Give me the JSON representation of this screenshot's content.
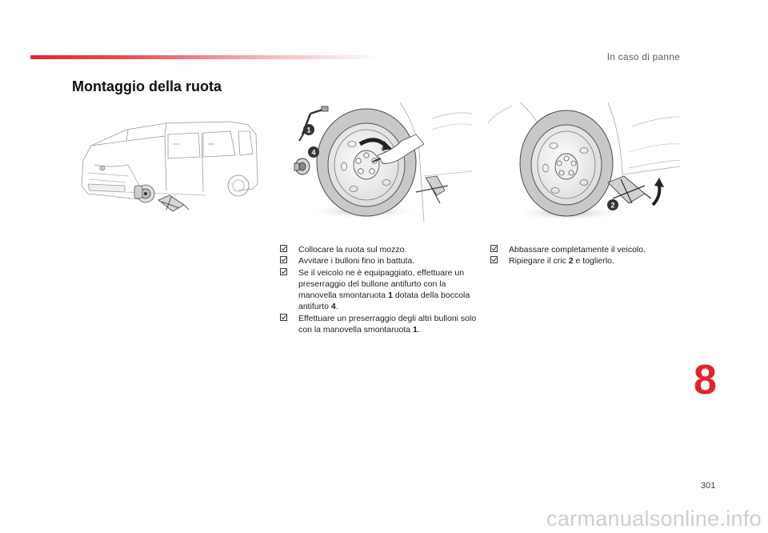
{
  "header": {
    "section_name": "In caso di panne"
  },
  "title": "Montaggio della ruota",
  "callouts": {
    "wrench": "1",
    "antitheft_socket": "4",
    "jack": "2"
  },
  "steps_left": [
    {
      "parts": [
        "Collocare la ruota sul mozzo."
      ]
    },
    {
      "parts": [
        "Avvitare i bulloni fino in battuta."
      ]
    },
    {
      "parts": [
        "Se il veicolo ne è equipaggiato, effettuare un preserraggio del bullone antifurto con la manovella smontaruota ",
        "1",
        " dotata della boccola antifurto ",
        "4",
        "."
      ]
    },
    {
      "parts": [
        "Effettuare un preserraggio degli altri bulloni solo con la manovella smontaruota ",
        "1",
        "."
      ]
    }
  ],
  "steps_right": [
    {
      "parts": [
        "Abbassare completamente il veicolo."
      ]
    },
    {
      "parts": [
        "Ripiegare il cric ",
        "2",
        " e toglierlo."
      ]
    }
  ],
  "chapter_number": "8",
  "page_number": "301",
  "watermark": "carmanualsonline.info",
  "colors": {
    "accent": "#e2242a",
    "callout": "#333333"
  }
}
